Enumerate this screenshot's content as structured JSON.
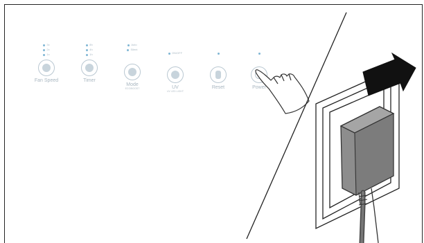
{
  "controls": [
    {
      "id": "fan-speed",
      "icon": "fan-icon",
      "label": "Fan Speed",
      "leds": [
        "3x",
        "2x",
        "1x"
      ],
      "sub": ""
    },
    {
      "id": "timer",
      "icon": "timer-icon",
      "label": "Timer",
      "leds": [
        "8h",
        "4h",
        "1h"
      ],
      "sub": ""
    },
    {
      "id": "mode",
      "icon": "mode-icon",
      "label": "Mode",
      "leds": [
        "Auto",
        "Silent"
      ],
      "sub": "ECO/BOOST"
    },
    {
      "id": "uv",
      "icon": "uv-icon",
      "label": "UV",
      "leds": [
        "ON/OFF"
      ],
      "sub": "UV LED LIGHT"
    },
    {
      "id": "reset",
      "icon": "reset-icon",
      "label": "Reset",
      "leds": [
        ""
      ],
      "sub": ""
    },
    {
      "id": "power",
      "icon": "power-icon",
      "label": "Power",
      "leds": [
        ""
      ],
      "sub": ""
    }
  ],
  "colors": {
    "button_outline": "#b9c7d1",
    "led": "#7fb6d4",
    "adapter_body": "#8a8a8a",
    "arrow": "#111111"
  }
}
